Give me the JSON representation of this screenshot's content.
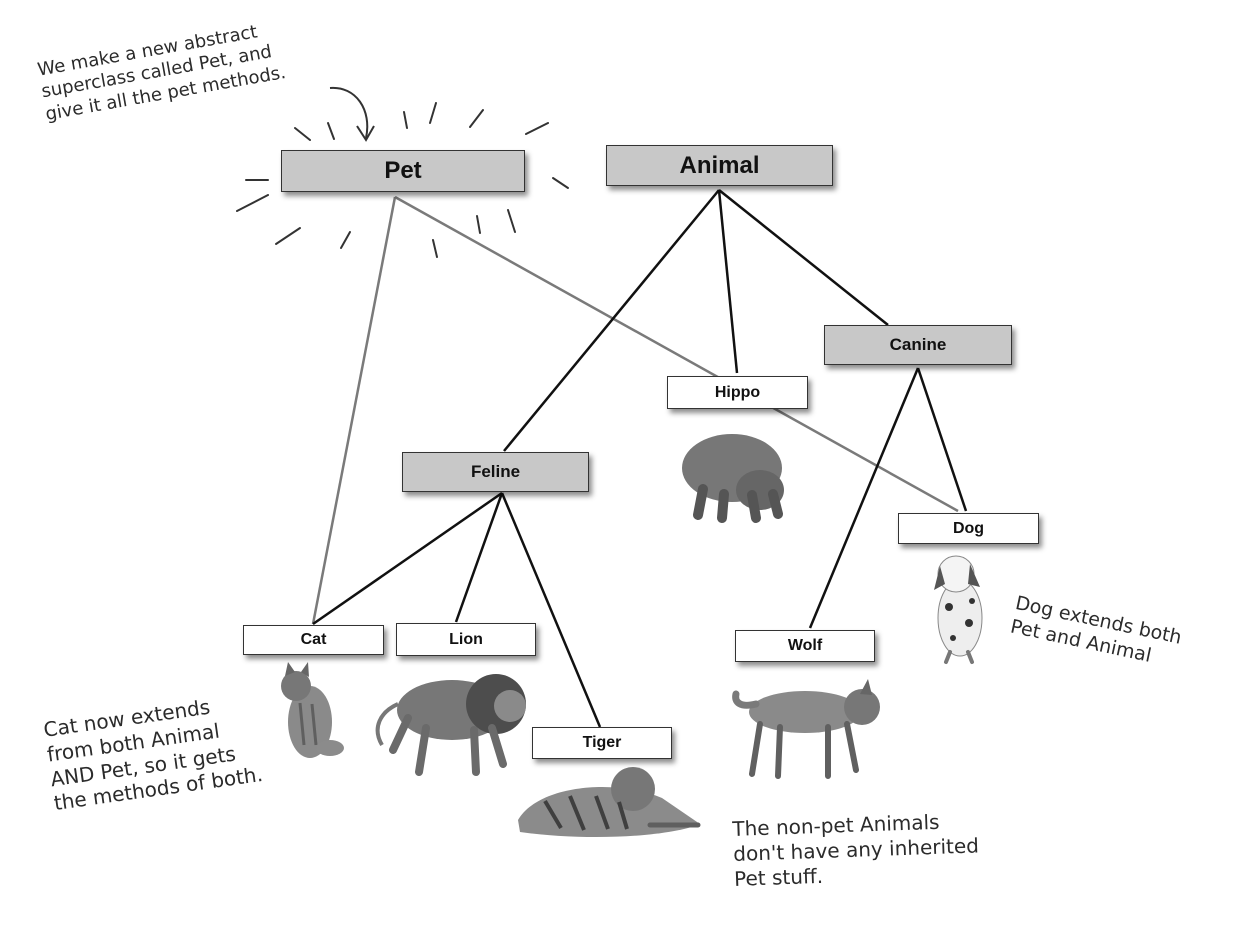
{
  "classes": {
    "pet": "Pet",
    "animal": "Animal",
    "canine": "Canine",
    "hippo": "Hippo",
    "feline": "Feline",
    "dog": "Dog",
    "cat": "Cat",
    "lion": "Lion",
    "wolf": "Wolf",
    "tiger": "Tiger"
  },
  "annotations": {
    "pet_note": "We make a new abstract\nsuperclass called Pet, and\ngive it all the pet methods.",
    "cat_note": "Cat now extends\nfrom both Animal\nAND Pet, so it gets\nthe methods of both.",
    "dog_note": "Dog extends both\nPet and Animal",
    "nonpet_note": "The non-pet Animals\ndon't have any inherited\nPet stuff."
  },
  "colors": {
    "abstract_fill": "#c8c8c8",
    "concrete_fill": "#ffffff",
    "animal_edge": "#111111",
    "pet_edge": "#7a7a7a"
  }
}
